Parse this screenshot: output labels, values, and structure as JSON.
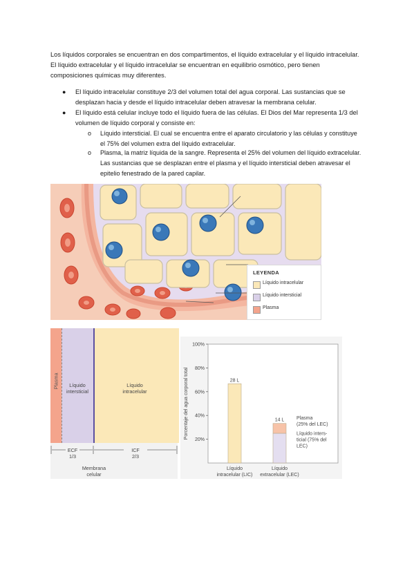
{
  "intro": "Los líquidos corporales se encuentran en dos compartimentos, el líquido extracelular y el líquido intracelular. El líquido extracelular y el líquido intracelular se encuentran en equilibrio osmótico, pero tienen composiciones químicas muy diferentes.",
  "bullets": [
    "El líquido intracelular constituye 2/3 del volumen total del agua corporal. Las sustancias que se desplazan hacia y desde el líquido intracelular deben atravesar la membrana celular.",
    "El líquido está celular incluye todo el líquido fuera de las células. El Dios del Mar representa 1/3 del volumen de líquido corporal y consiste en:"
  ],
  "sub_bullets": [
    "Líquido intersticial. El cual se encuentra entre el aparato circulatorio y las células y constituye el 75% del volumen extra del líquido extracelular.",
    "Plasma, la matriz líquida de la sangre. Representa el 25% del volumen del líquido extracelular. Las sustancias que se desplazan entre el plasma y el líquido intersticial deben atravesar el epitelio fenestrado de la pared capilar."
  ],
  "sub_marker": "o",
  "legend": {
    "title": "LEYENDA",
    "items": [
      {
        "label": "Líquido intracelular",
        "color": "#fbe8b8"
      },
      {
        "label": "Líquido intersticial",
        "color": "#d9d0e8"
      },
      {
        "label": "Plasma",
        "color": "#f4a48c"
      }
    ]
  },
  "compartments": {
    "plasma": "Plasma",
    "intersticial": "Líquido intersticial",
    "intracelular": "Líquido intracelular",
    "ecf": "ECF",
    "ecf_frac": "1/3",
    "icf": "ICF",
    "icf_frac": "2/3",
    "membrane": "Membrana celular"
  },
  "chart_data": {
    "type": "bar",
    "ylabel": "Porcentaje del agua corporal total",
    "yticks": [
      "100%",
      "80%",
      "60%",
      "40%",
      "20%"
    ],
    "ylim": [
      0,
      100
    ],
    "categories": [
      "Líquido intracelular (LIC)",
      "Líquido extracelular (LEC)"
    ],
    "series": [
      {
        "name": "Líquido intracelular",
        "values": [
          66.7,
          0
        ],
        "color": "#fbe8b8"
      },
      {
        "name": "Líquido intersticial (75% del LEC)",
        "values": [
          0,
          25
        ],
        "color": "#e4def0"
      },
      {
        "name": "Plasma (25% del LEC)",
        "values": [
          0,
          8.3
        ],
        "color": "#f7c3a8"
      }
    ],
    "data_labels": [
      "28 L",
      "14 L"
    ]
  }
}
